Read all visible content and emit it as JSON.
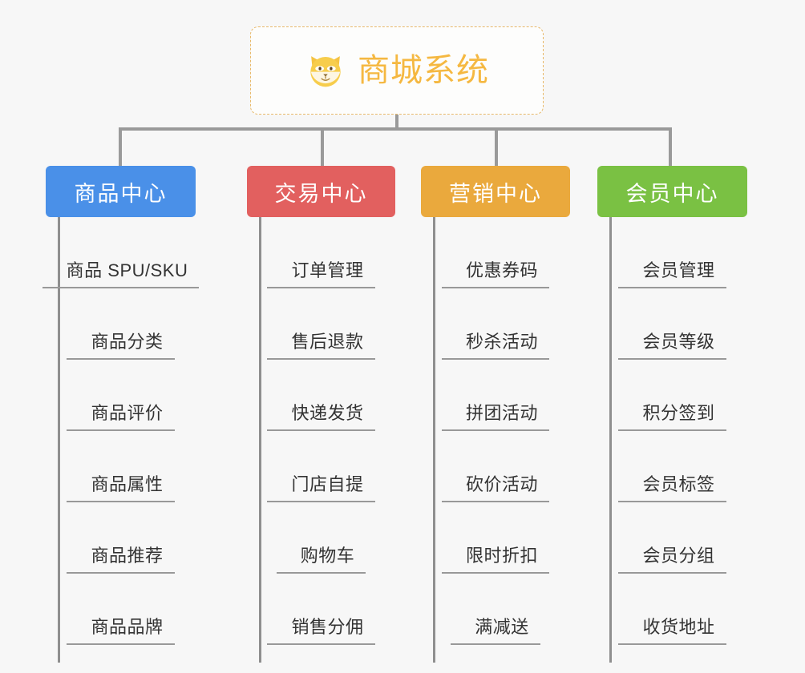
{
  "diagram": {
    "type": "org-chart",
    "background_color": "#f7f7f7",
    "root": {
      "title": "商城系统",
      "icon": "shiba-dog-face-icon",
      "title_color": "#f5b841",
      "border_color": "#e8b96a"
    },
    "connector_color": "#9a9a9a",
    "columns": [
      {
        "header": "商品中心",
        "color": "#4a90e8",
        "items": [
          "商品 SPU/SKU",
          "商品分类",
          "商品评价",
          "商品属性",
          "商品推荐",
          "商品品牌"
        ]
      },
      {
        "header": "交易中心",
        "color": "#e2605f",
        "items": [
          "订单管理",
          "售后退款",
          "快递发货",
          "门店自提",
          "购物车",
          "销售分佣"
        ]
      },
      {
        "header": "营销中心",
        "color": "#eaa93d",
        "items": [
          "优惠券码",
          "秒杀活动",
          "拼团活动",
          "砍价活动",
          "限时折扣",
          "满减送"
        ]
      },
      {
        "header": "会员中心",
        "color": "#7ac143",
        "items": [
          "会员管理",
          "会员等级",
          "积分签到",
          "会员标签",
          "会员分组",
          "收货地址"
        ]
      }
    ]
  }
}
